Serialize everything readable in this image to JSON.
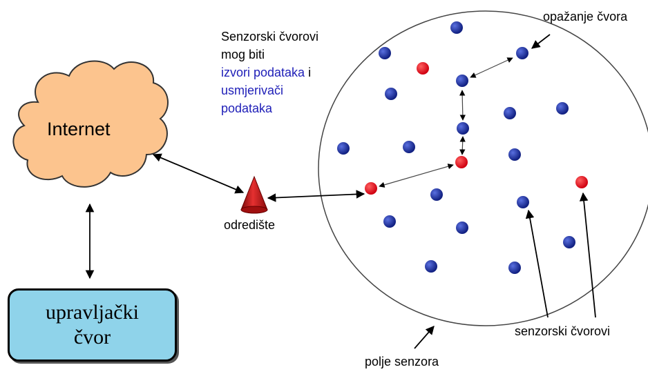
{
  "internet": {
    "label": "Internet"
  },
  "control_node": {
    "line1": "upravljački",
    "line2": "čvor"
  },
  "destination": {
    "label": "odredište"
  },
  "intro": {
    "line1": "Senzorski čvorovi",
    "line2": "mog biti",
    "line3_blue": "izvori podataka",
    "line3_tail": " i",
    "line4_blue": "usmjerivači",
    "line5_blue": "podataka"
  },
  "labels": {
    "node_observation": "opažanje čvora",
    "sensor_nodes": "senzorski čvorovi",
    "sensor_field": "polje senzora"
  },
  "colors": {
    "cloud_fill": "#fcc48e",
    "control_fill": "#8fd3ea",
    "sensor_blue": "#1a2f9a",
    "sensor_red": "#e0141e",
    "text_blue": "#2020b8",
    "cone_red": "#b01818"
  }
}
